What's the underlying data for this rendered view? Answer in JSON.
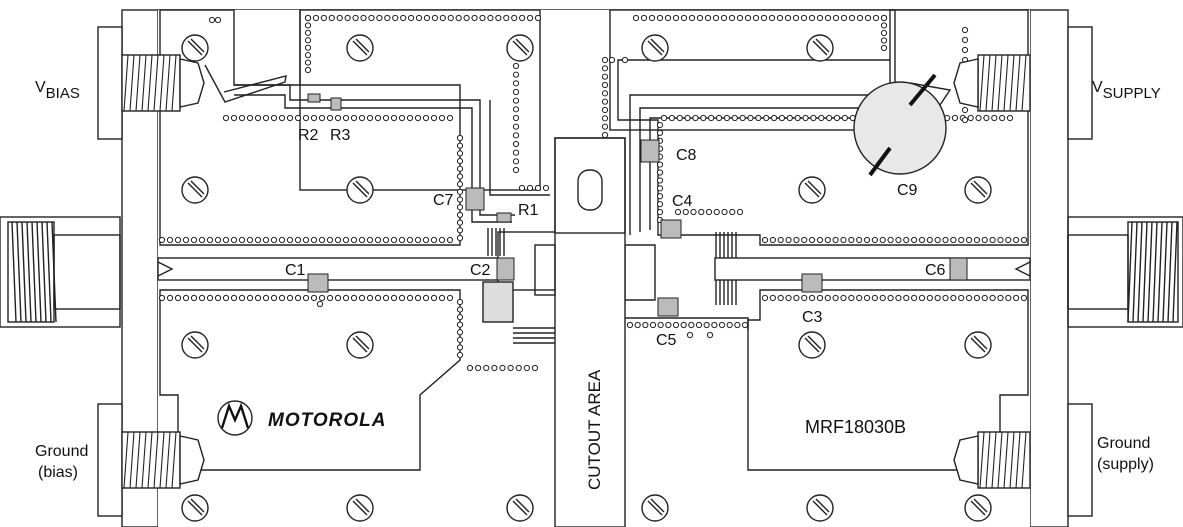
{
  "labels": {
    "vbias_main": "V",
    "vbias_sub": "BIAS",
    "vsupply_main": "V",
    "vsupply_sub": "SUPPLY",
    "ground_bias_1": "Ground",
    "ground_bias_2": "(bias)",
    "ground_supply_1": "Ground",
    "ground_supply_2": "(supply)",
    "cutout": "CUTOUT AREA",
    "brand": "MOTOROLA",
    "part_number": "MRF18030B"
  },
  "components": {
    "r2": "R2",
    "r3": "R3",
    "r1": "R1",
    "c1": "C1",
    "c2": "C2",
    "c3": "C3",
    "c4": "C4",
    "c5": "C5",
    "c6": "C6",
    "c7": "C7",
    "c8": "C8",
    "c9": "C9"
  }
}
